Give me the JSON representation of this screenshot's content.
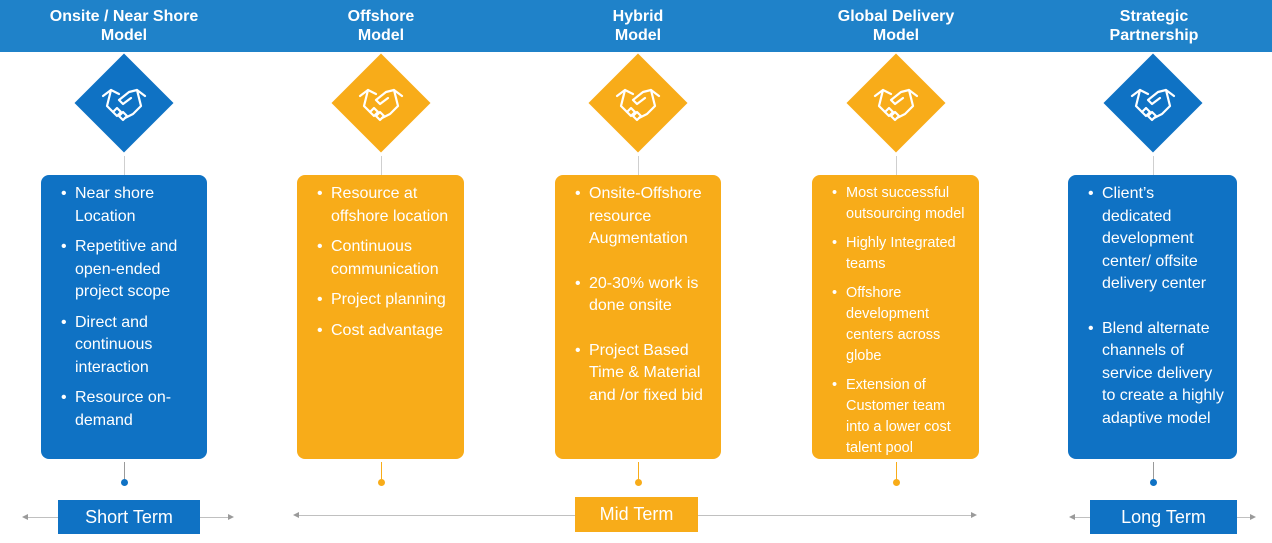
{
  "columns": [
    {
      "title_line1": "Onsite / Near Shore",
      "title_line2": "Model",
      "icon": "handshake-icon",
      "color": "#0f72c4",
      "bullets": [
        "Near shore Location",
        "Repetitive and open-ended project scope",
        "Direct and continuous interaction",
        "Resource on-demand"
      ]
    },
    {
      "title_line1": "Offshore",
      "title_line2": "Model",
      "icon": "handshake-icon",
      "color": "#f8ac19",
      "bullets": [
        "Resource at offshore location",
        "Continuous communication",
        "Project planning",
        "Cost advantage"
      ]
    },
    {
      "title_line1": "Hybrid",
      "title_line2": "Model",
      "icon": "handshake-icon",
      "color": "#f8ac19",
      "bullets": [
        "Onsite-Offshore resource Augmentation",
        "20-30% work is done onsite",
        "Project Based Time & Material and /or fixed bid"
      ]
    },
    {
      "title_line1": "Global Delivery",
      "title_line2": "Model",
      "icon": "handshake-icon",
      "color": "#f8ac19",
      "bullets": [
        "Most successful outsourcing model",
        "Highly Integrated teams",
        "Offshore development centers  across globe",
        "Extension of Customer team into a lower cost talent pool"
      ]
    },
    {
      "title_line1": "Strategic",
      "title_line2": "Partnership",
      "icon": "handshake-icon",
      "color": "#0f72c4",
      "bullets": [
        "Client’s dedicated development center/ offsite delivery center",
        "Blend alternate channels of service delivery to create a highly adaptive model"
      ]
    }
  ],
  "terms": {
    "short": "Short Term",
    "mid": "Mid Term",
    "long": "Long Term"
  },
  "colors": {
    "header": "#1f82c9",
    "blue": "#0f72c4",
    "orange": "#f8ac19"
  }
}
